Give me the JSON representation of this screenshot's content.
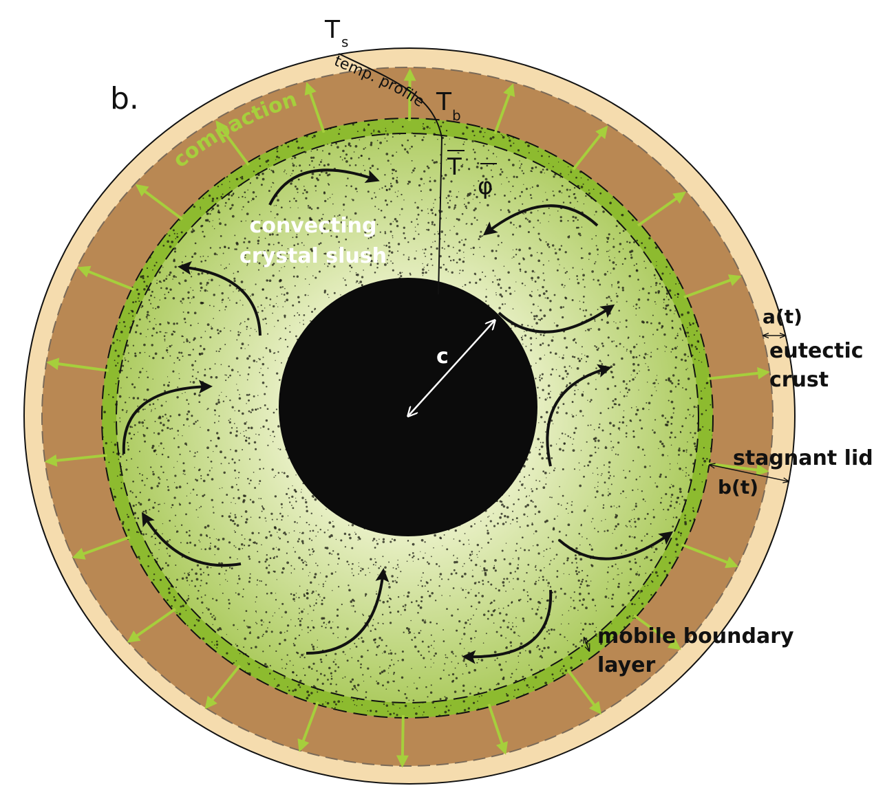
{
  "panel_label": "b.",
  "labels": {
    "ts_main": "T",
    "ts_sub": "s",
    "tb_main": "T",
    "tb_sub": "b",
    "temp_profile": "temp. profile",
    "t_bar": "T",
    "phi_bar": "φ",
    "compaction": "compaction",
    "convecting_line1": "convecting",
    "convecting_line2": "crystal slush",
    "c": "c",
    "a_t": "a(t)",
    "eutectic_line1": "eutectic",
    "eutectic_line2": "crust",
    "stagnant_lid": "stagnant lid",
    "b_t": "b(t)",
    "mobile_line1": "mobile boundary",
    "mobile_line2": "layer"
  },
  "colors": {
    "crust": "#f5dcae",
    "lid": "#b98853",
    "boundary_layer": "#8dbb2f",
    "slush_outer": "#a9c95a",
    "slush_inner": "#eef3cf",
    "core": "#0b0b0b",
    "compaction_arrow": "#a6cf3c"
  }
}
